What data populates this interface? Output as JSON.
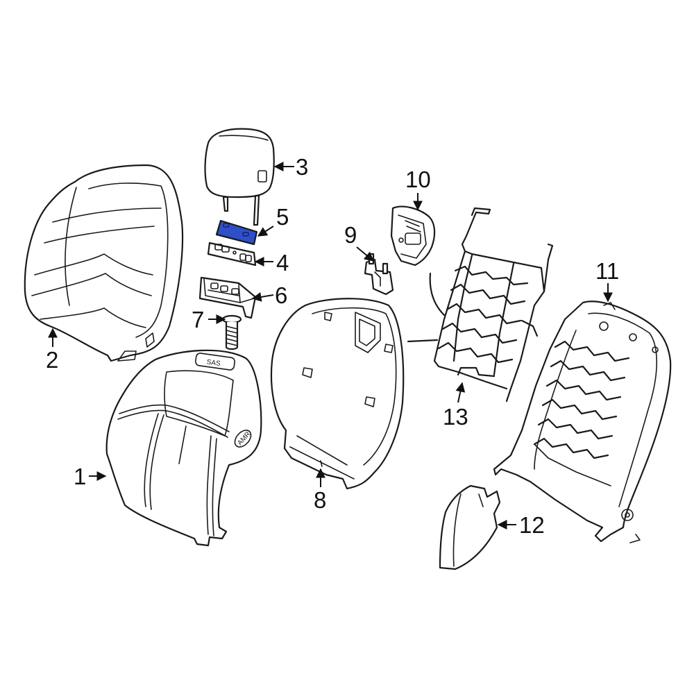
{
  "diagram": {
    "highlight_color": "#2e4fc7",
    "line_color": "#1a1a1a",
    "background": "#ffffff",
    "callouts": [
      {
        "id": "1",
        "text": "1"
      },
      {
        "id": "2",
        "text": "2"
      },
      {
        "id": "3",
        "text": "3"
      },
      {
        "id": "4",
        "text": "4"
      },
      {
        "id": "5",
        "text": "5"
      },
      {
        "id": "6",
        "text": "6"
      },
      {
        "id": "7",
        "text": "7"
      },
      {
        "id": "8",
        "text": "8"
      },
      {
        "id": "9",
        "text": "9"
      },
      {
        "id": "10",
        "text": "10"
      },
      {
        "id": "11",
        "text": "11"
      },
      {
        "id": "12",
        "text": "12"
      },
      {
        "id": "13",
        "text": "13"
      }
    ],
    "badges": {
      "sas": "SAS",
      "amr": "AMR"
    }
  }
}
